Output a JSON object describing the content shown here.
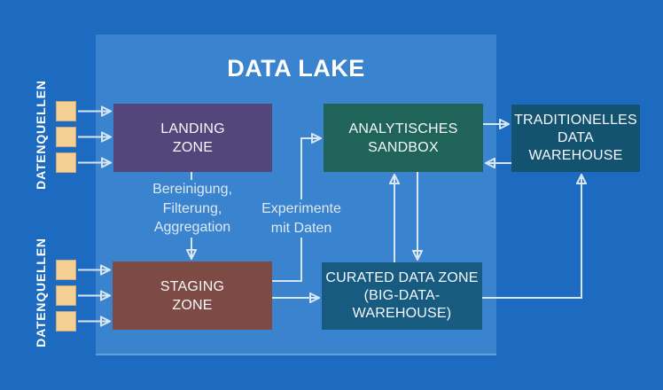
{
  "title": "DATA LAKE",
  "source_groups": [
    {
      "label": "DATENQUELLEN"
    },
    {
      "label": "DATENQUELLEN"
    }
  ],
  "boxes": {
    "landing": {
      "line1": "LANDING",
      "line2": "ZONE"
    },
    "sandbox": {
      "line1": "ANALYTISCHES",
      "line2": "SANDBOX"
    },
    "traditional": {
      "line1": "TRADITIONELLES",
      "line2": "DATA",
      "line3": "WAREHOUSE"
    },
    "staging": {
      "line1": "STAGING",
      "line2": "ZONE"
    },
    "curated": {
      "line1": "CURATED DATA ZONE",
      "line2": "(BIG-DATA-",
      "line3": "WAREHOUSE)"
    }
  },
  "annotations": {
    "bereinigung": {
      "line1": "Bereinigung,",
      "line2": "Filterung,",
      "line3": "Aggregation"
    },
    "experimente": {
      "line1": "Experimente",
      "line2": "mit Daten"
    }
  },
  "colors": {
    "background": "#1D6AC1",
    "lake_panel": "#3A83CE",
    "landing_zone": "#52467A",
    "staging_zone": "#7D4B43",
    "analytic_sandbox": "#206459",
    "curated_zone": "#175B80",
    "traditional_dwh": "#14536F",
    "source_square": "#F4D095",
    "connector_line": "#D8E6F4",
    "arrowhead": "#FFFFFF",
    "title_text": "#FFFFFF",
    "annotation_text": "#DDE9F6"
  }
}
